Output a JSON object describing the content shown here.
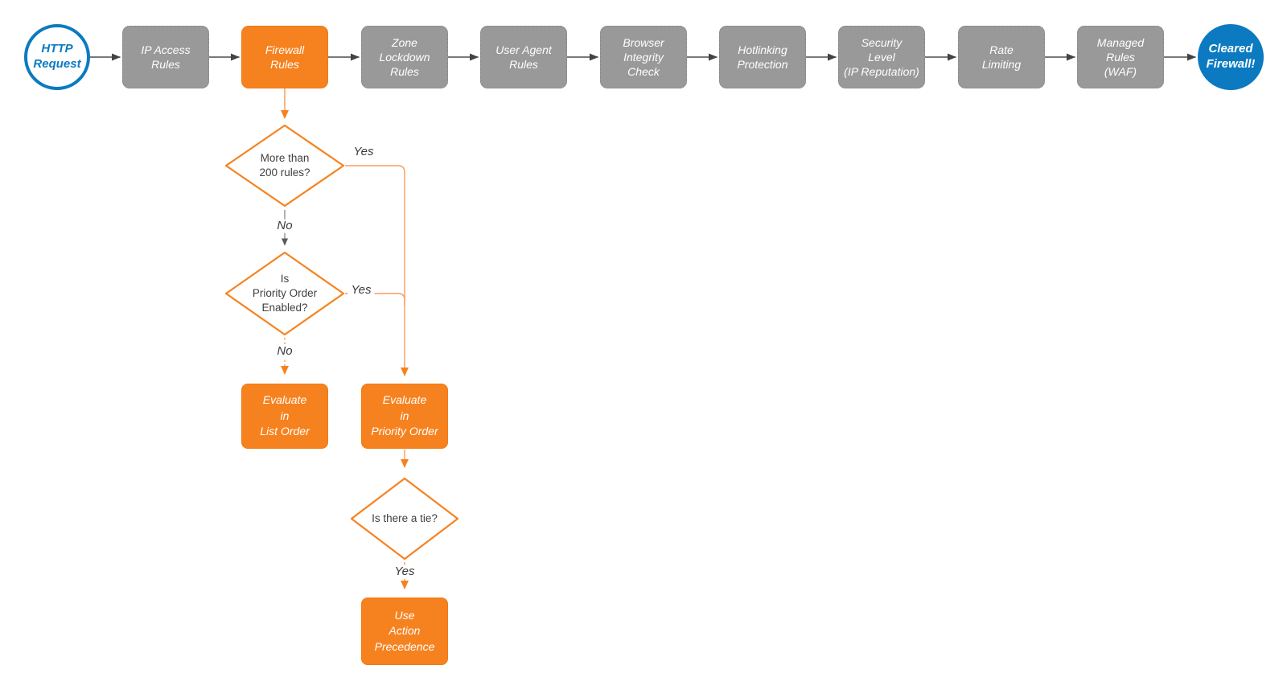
{
  "colors": {
    "orange": "#f6821f",
    "orange_light": "#f89c62",
    "blue": "#0b7ac1",
    "gray_box": "#999999",
    "arrow_dark": "#4d4d4d"
  },
  "flow": {
    "start": {
      "label": "HTTP\nRequest"
    },
    "steps": [
      {
        "label": "IP Access\nRules"
      },
      {
        "label": "Firewall\nRules"
      },
      {
        "label": "Zone\nLockdown\nRules"
      },
      {
        "label": "User Agent\nRules"
      },
      {
        "label": "Browser\nIntegrity\nCheck"
      },
      {
        "label": "Hotlinking\nProtection"
      },
      {
        "label": "Security\nLevel\n(IP Reputation)"
      },
      {
        "label": "Rate\nLimiting"
      },
      {
        "label": "Managed\nRules\n(WAF)"
      }
    ],
    "end": {
      "label": "Cleared\nFirewall!"
    }
  },
  "branch": {
    "decision_rule_count": {
      "question": "More than\n200 rules?",
      "yes_label": "Yes",
      "no_label": "No"
    },
    "decision_priority_enabled": {
      "question": "Is\nPriority Order\nEnabled?",
      "yes_label": "Yes",
      "no_label": "No"
    },
    "evaluate_list_order": {
      "label": "Evaluate\nin\nList Order"
    },
    "evaluate_priority_order": {
      "label": "Evaluate\nin\nPriority Order"
    },
    "decision_tie": {
      "question": "Is there a tie?",
      "yes_label": "Yes"
    },
    "use_action_precedence": {
      "label": "Use\nAction\nPrecedence"
    }
  }
}
